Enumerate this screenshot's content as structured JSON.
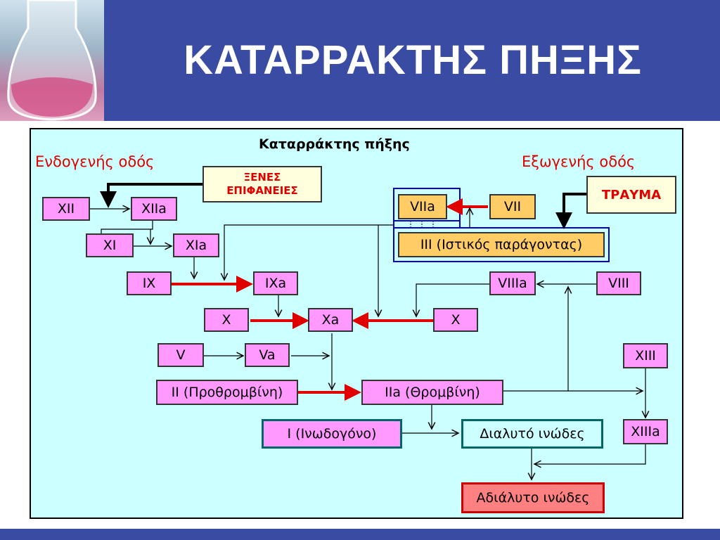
{
  "slide": {
    "title": "ΚΑΤΑΡΡΑΚΤΗΣ ΠΗΞΗΣ"
  },
  "diagram": {
    "caption": "Καταρράκτης πήξης",
    "intrinsic_label": "Ενδογενής οδός",
    "extrinsic_label": "Εξωγενής οδός",
    "nodes": {
      "foreign_surfaces": "ΞΕΝΕΣ\nΕΠΙΦΑΝΕΙΕΣ",
      "trauma": "ΤΡΑΥΜΑ",
      "xii": "XII",
      "xiia": "XIIa",
      "xi": "XI",
      "xia": "XIa",
      "ix": "IX",
      "ixa": "IXa",
      "x_left": "X",
      "xa": "Xa",
      "x_right": "X",
      "v": "V",
      "va": "Va",
      "ii": "II (Προθρομβίνη)",
      "iia": "IIa (Θρομβίνη)",
      "vii": "VII",
      "viia": "VIIa",
      "iii": "III (Ιστικός παράγοντας)",
      "viii": "VIII",
      "viiia": "VIIIa",
      "xiii": "XIII",
      "xiiia": "XIIIa",
      "fibrinogen": "I (Ινωδογόνο)",
      "soluble_fibrin": "Διαλυτό ινώδες",
      "insoluble_fibrin": "Αδιάλυτο ινώδες"
    },
    "colors": {
      "red_arrow": "#e00000",
      "pink": "#ff99ff",
      "orange": "#ffcc66",
      "cream": "#ffffdd",
      "teal_border": "#006666",
      "blue_box": "#0000cc"
    }
  }
}
